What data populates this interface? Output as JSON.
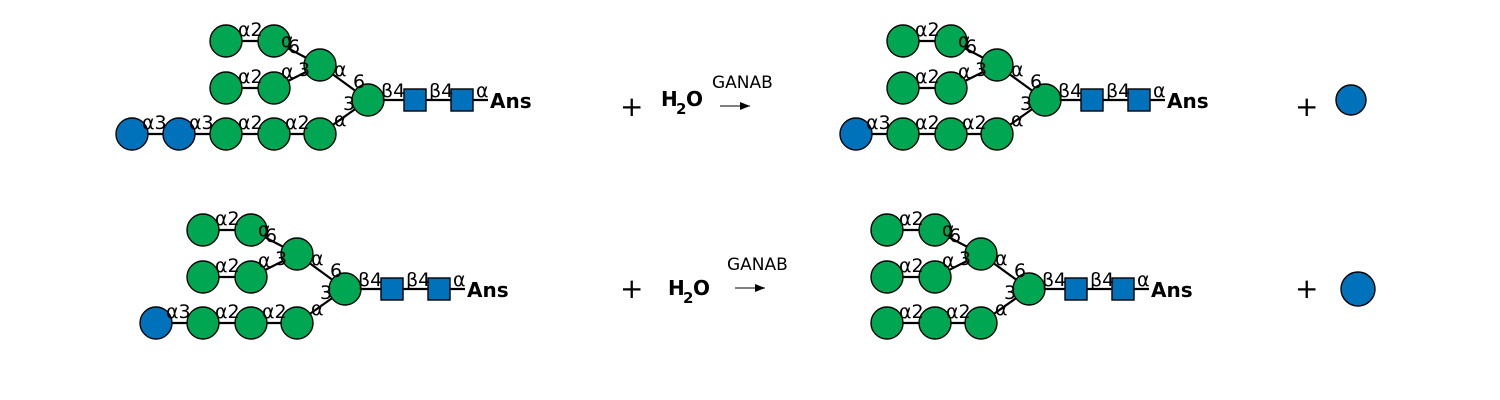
{
  "colors": {
    "mannose": "#00a651",
    "glucose": "#0072bc",
    "glcnac": "#0072bc",
    "stroke": "#000000"
  },
  "labels": {
    "a": "α",
    "a2": "α2",
    "a3": "α3",
    "b4": "β4",
    "p3": "3",
    "p6": "6",
    "reducing_end": "Ans",
    "plus": "+",
    "water_h": "H",
    "water_sub": "2",
    "water_o": "O",
    "enzyme": "GANAB"
  },
  "reactions": [
    {
      "substrate": "Glc2Man9GlcNAc2-Ans",
      "product": "Glc1Man9GlcNAc2-Ans",
      "released": "glucose"
    },
    {
      "substrate": "Glc1Man9GlcNAc2-Ans",
      "product": "Man9GlcNAc2-Ans",
      "released": "glucose"
    }
  ]
}
